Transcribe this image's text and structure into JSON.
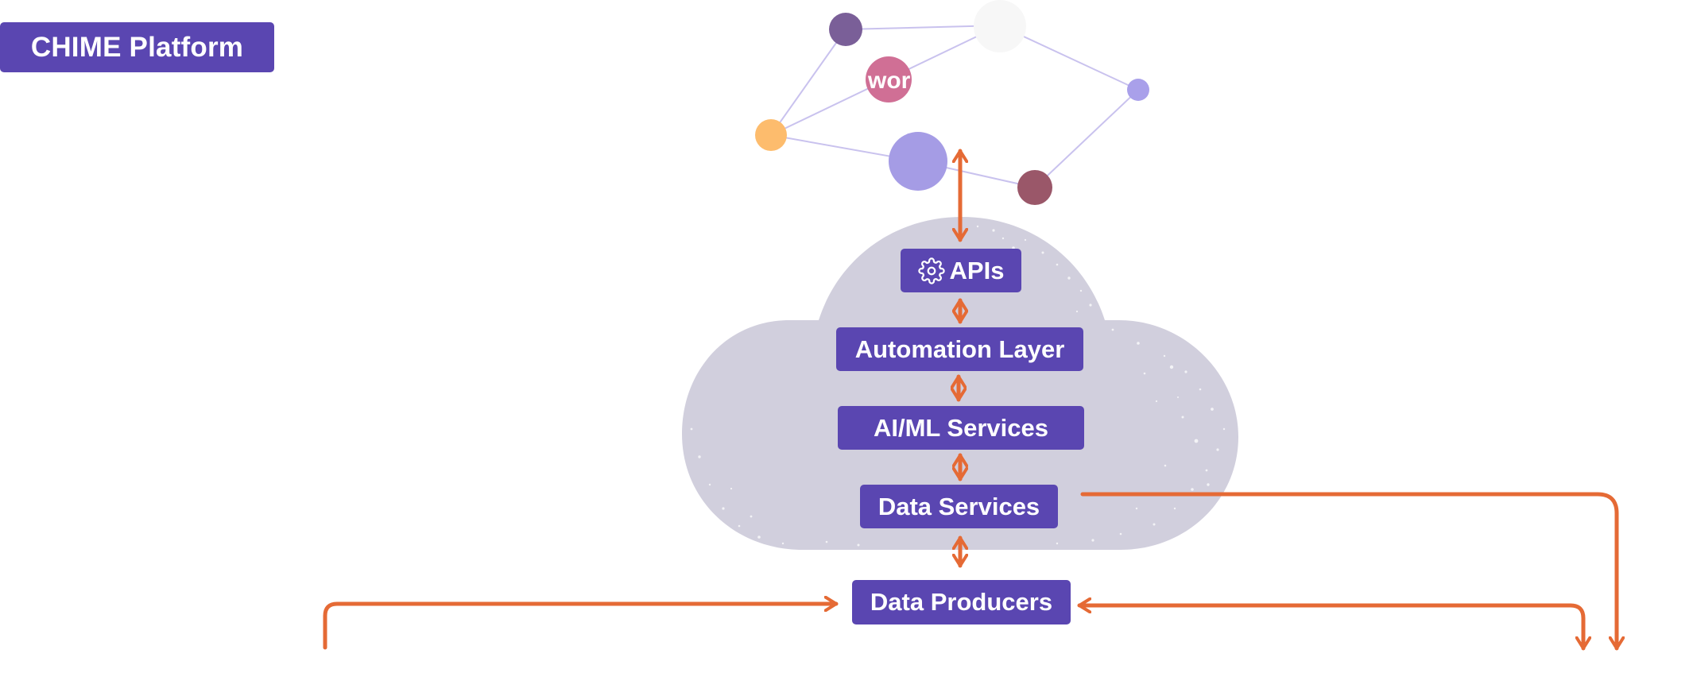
{
  "header": {
    "title": "CHIME Platform"
  },
  "network": {
    "partial_label": "work"
  },
  "stack": {
    "apis_label": "APIs",
    "apis_icon": "gear-icon",
    "automation_label": "Automation Layer",
    "aiml_label": "AI/ML Services",
    "data_services_label": "Data Services",
    "data_producers_label": "Data Producers"
  },
  "colors": {
    "box_fill": "#5a46b1",
    "arrow": "#e56a35",
    "cloud": "#d1cfdd",
    "network_line": "#c9c2ee",
    "node_purple_dark": "#7a5f98",
    "node_pink": "#d06f95",
    "node_white": "#f7f7f7",
    "node_lavender_small": "#a9a0ea",
    "node_orange": "#fdbc6d",
    "node_lavender_large": "#a59ce5",
    "node_maroon": "#9a5769"
  }
}
